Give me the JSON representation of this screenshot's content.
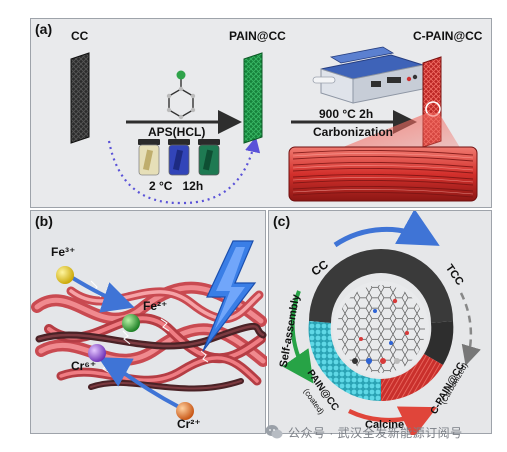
{
  "panel_a": {
    "letter": "(a)",
    "cc_label": "CC",
    "pain_label": "PAIN@CC",
    "cpain_label": "C-PAIN@CC",
    "aps_label": "APS(HCL)",
    "conditions_label": "2 °C   12h",
    "carb_temp_label": "900 °C  2h",
    "carb_label": "Carbonization"
  },
  "panel_b": {
    "letter": "(b)",
    "ions": [
      "Fe³⁺",
      "Fe²⁺",
      "Cr⁶⁺",
      "Cr²⁺"
    ]
  },
  "panel_c": {
    "letter": "(c)",
    "cc_label": "CC",
    "tcc_label": "TCC",
    "self_assembly_label": "Self-assembly",
    "pain_label": "PAIN@CC",
    "pain_sub_label": "(coated)",
    "cpain_label": "C-PAIN@CC",
    "cpain_sub_label": "(Carbonized)",
    "calcine_label": "Calcine"
  },
  "watermark": {
    "text": "公众号 · 武汉全发新能源订阅号"
  },
  "colors": {
    "cloth_black": "#1b1b1b",
    "cloth_green": "#1d9446",
    "cloth_red": "#d3302c",
    "arrow_blue": "#3f74d6",
    "arrow_red": "#e0453a",
    "arrow_green": "#27a346",
    "fiber_pink": "#d9555b",
    "coating_cyan": "#3dc4d6"
  }
}
